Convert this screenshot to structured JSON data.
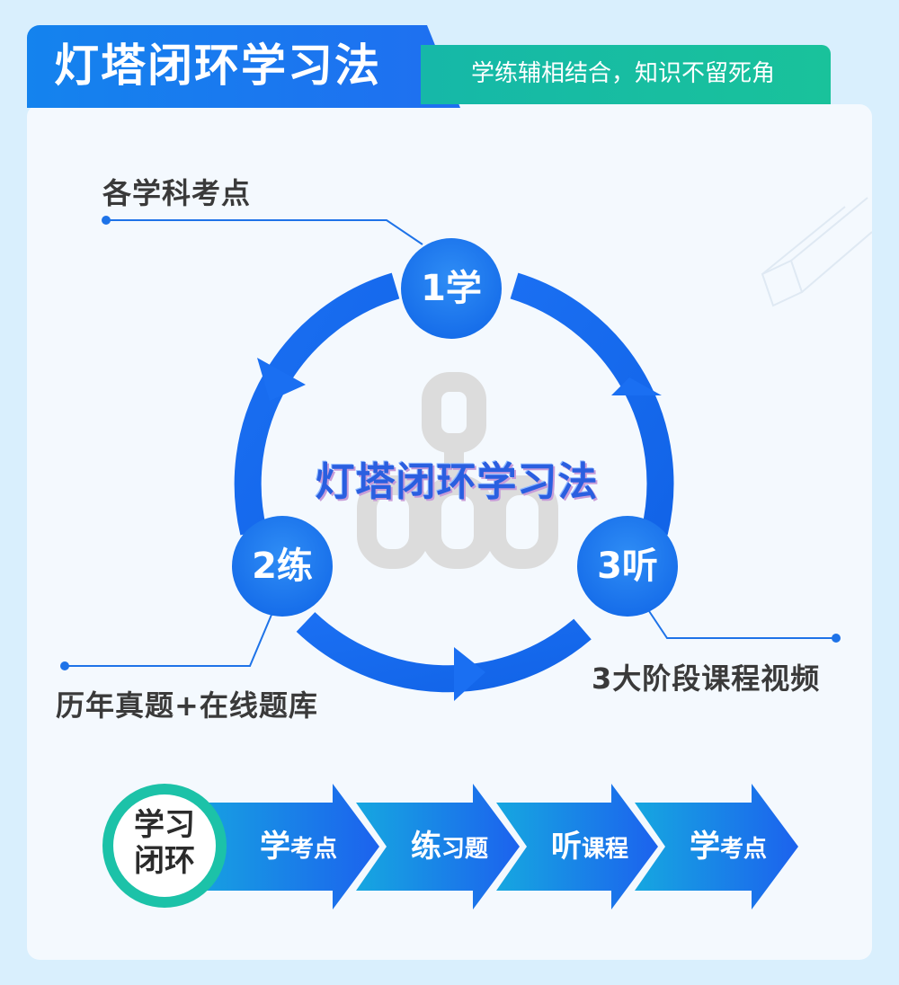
{
  "header": {
    "title": "灯塔闭环学习法",
    "subtitle": "学练辅相结合，知识不留死角"
  },
  "cycle": {
    "center_title": "灯塔闭环学习法",
    "nodes": [
      {
        "label": "1学",
        "desc": "各学科考点"
      },
      {
        "label": "2练",
        "desc": "历年真题+在线题库"
      },
      {
        "label": "3听",
        "desc": "3大阶段课程视频"
      }
    ]
  },
  "flow": {
    "badge_line1": "学习",
    "badge_line2": "闭环",
    "steps": [
      {
        "big": "学",
        "small": "考点"
      },
      {
        "big": "练",
        "small": "习题"
      },
      {
        "big": "听",
        "small": "课程"
      },
      {
        "big": "学",
        "small": "考点"
      }
    ]
  },
  "colors": {
    "primary_blue": "#1f6ff0",
    "teal": "#19c29b",
    "background": "#d9effd"
  }
}
